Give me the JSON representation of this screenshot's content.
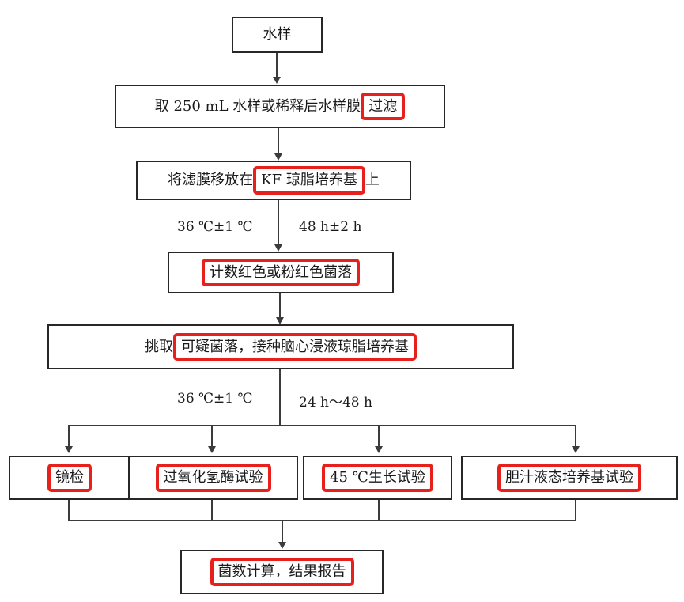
{
  "flowchart": {
    "nodes": {
      "water_sample": {
        "label": "水样"
      },
      "membrane_filtration": {
        "text_before": "取 250 mL 水样或稀释后水样膜",
        "highlighted": "过滤"
      },
      "kf_agar": {
        "text_before": "将滤膜移放在",
        "highlighted": "KF 琼脂培养基",
        "text_after": "上"
      },
      "count_colonies": {
        "highlighted": "计数红色或粉红色菌落"
      },
      "pick_colonies": {
        "text_before": "挑取",
        "highlighted": "可疑菌落，接种脑心浸液琼脂培养基"
      },
      "microscopy": {
        "highlighted": "镜检"
      },
      "catalase_test": {
        "highlighted": "过氧化氢酶试验"
      },
      "growth_45c_test": {
        "highlighted": "45 ℃生长试验"
      },
      "bile_broth_test": {
        "highlighted": "胆汁液态培养基试验"
      },
      "report": {
        "highlighted": "菌数计算，结果报告"
      }
    },
    "annotations": {
      "incubation1": {
        "temperature": "36 ℃±1 ℃",
        "duration": "48 h±2 h"
      },
      "incubation2": {
        "temperature": "36 ℃±1 ℃",
        "duration": "24 h～48 h"
      }
    },
    "edges": [
      {
        "from": "water_sample",
        "to": "membrane_filtration"
      },
      {
        "from": "membrane_filtration",
        "to": "kf_agar"
      },
      {
        "from": "kf_agar",
        "to": "count_colonies",
        "label": "36 ℃±1 ℃ / 48 h±2 h"
      },
      {
        "from": "count_colonies",
        "to": "pick_colonies"
      },
      {
        "from": "pick_colonies",
        "to": "microscopy",
        "label": "36 ℃±1 ℃ / 24 h～48 h"
      },
      {
        "from": "pick_colonies",
        "to": "catalase_test",
        "label": "36 ℃±1 ℃ / 24 h～48 h"
      },
      {
        "from": "pick_colonies",
        "to": "growth_45c_test",
        "label": "36 ℃±1 ℃ / 24 h～48 h"
      },
      {
        "from": "pick_colonies",
        "to": "bile_broth_test",
        "label": "36 ℃±1 ℃ / 24 h～48 h"
      },
      {
        "from": "microscopy",
        "to": "report"
      },
      {
        "from": "catalase_test",
        "to": "report"
      },
      {
        "from": "growth_45c_test",
        "to": "report"
      },
      {
        "from": "bile_broth_test",
        "to": "report"
      }
    ],
    "colors": {
      "highlight_red": "#e8201c",
      "line": "#3b3b3b",
      "box_border": "#272727",
      "text": "#1a1a1a",
      "background": "#ffffff"
    }
  }
}
